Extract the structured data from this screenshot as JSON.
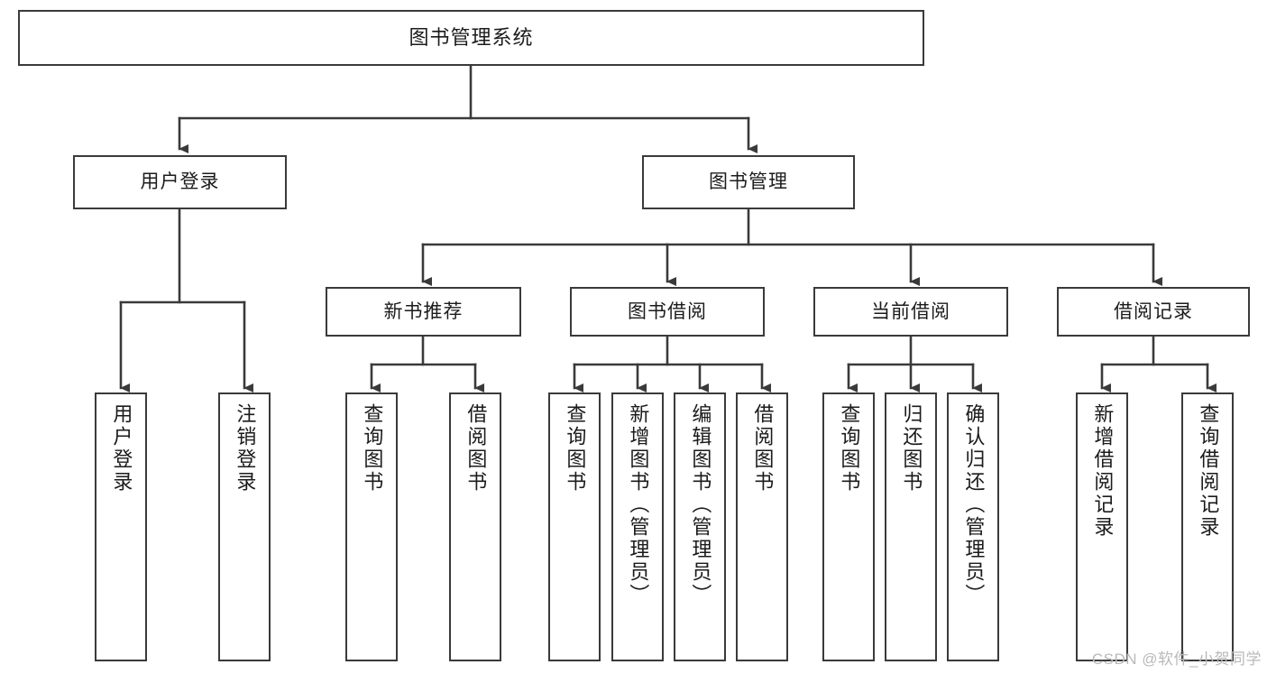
{
  "diagram": {
    "title": "图书管理系统",
    "type": "tree",
    "watermark": "CSDN @软件_小贺同学",
    "colors": {
      "background": "#ffffff",
      "border": "#3a3a3a",
      "text": "#1b1b1b",
      "connector": "#3a3a3a",
      "watermark": "#b9b9b9"
    },
    "levels": [
      {
        "level": 1,
        "nodes": [
          {
            "id": "root",
            "label": "图书管理系统",
            "orientation": "horizontal"
          }
        ]
      },
      {
        "level": 2,
        "nodes": [
          {
            "id": "login",
            "label": "用户登录",
            "orientation": "horizontal",
            "parent": "root"
          },
          {
            "id": "bookmgmt",
            "label": "图书管理",
            "orientation": "horizontal",
            "parent": "root"
          }
        ]
      },
      {
        "level": 3,
        "nodes": [
          {
            "id": "newbook",
            "label": "新书推荐",
            "orientation": "horizontal",
            "parent": "bookmgmt"
          },
          {
            "id": "borrow",
            "label": "图书借阅",
            "orientation": "horizontal",
            "parent": "bookmgmt"
          },
          {
            "id": "current",
            "label": "当前借阅",
            "orientation": "horizontal",
            "parent": "bookmgmt"
          },
          {
            "id": "records",
            "label": "借阅记录",
            "orientation": "horizontal",
            "parent": "bookmgmt"
          }
        ]
      },
      {
        "level": 4,
        "nodes": [
          {
            "id": "leaf1",
            "label": "用户登录",
            "orientation": "vertical",
            "parent": "login"
          },
          {
            "id": "leaf2",
            "label": "注销登录",
            "orientation": "vertical",
            "parent": "login"
          },
          {
            "id": "leaf3",
            "label": "查询图书",
            "orientation": "vertical",
            "parent": "newbook"
          },
          {
            "id": "leaf4",
            "label": "借阅图书",
            "orientation": "vertical",
            "parent": "newbook"
          },
          {
            "id": "leaf5",
            "label": "查询图书",
            "orientation": "vertical",
            "parent": "borrow"
          },
          {
            "id": "leaf6",
            "label": "新增图书（管理员）",
            "orientation": "vertical",
            "parent": "borrow"
          },
          {
            "id": "leaf7",
            "label": "编辑图书（管理员）",
            "orientation": "vertical",
            "parent": "borrow"
          },
          {
            "id": "leaf8",
            "label": "借阅图书",
            "orientation": "vertical",
            "parent": "borrow"
          },
          {
            "id": "leaf9",
            "label": "查询图书",
            "orientation": "vertical",
            "parent": "current"
          },
          {
            "id": "leaf10",
            "label": "归还图书",
            "orientation": "vertical",
            "parent": "current"
          },
          {
            "id": "leaf11",
            "label": "确认归还（管理员）",
            "orientation": "vertical",
            "parent": "current"
          },
          {
            "id": "leaf12",
            "label": "新增借阅记录",
            "orientation": "vertical",
            "parent": "records"
          },
          {
            "id": "leaf13",
            "label": "查询借阅记录",
            "orientation": "vertical",
            "parent": "records"
          }
        ]
      }
    ]
  }
}
